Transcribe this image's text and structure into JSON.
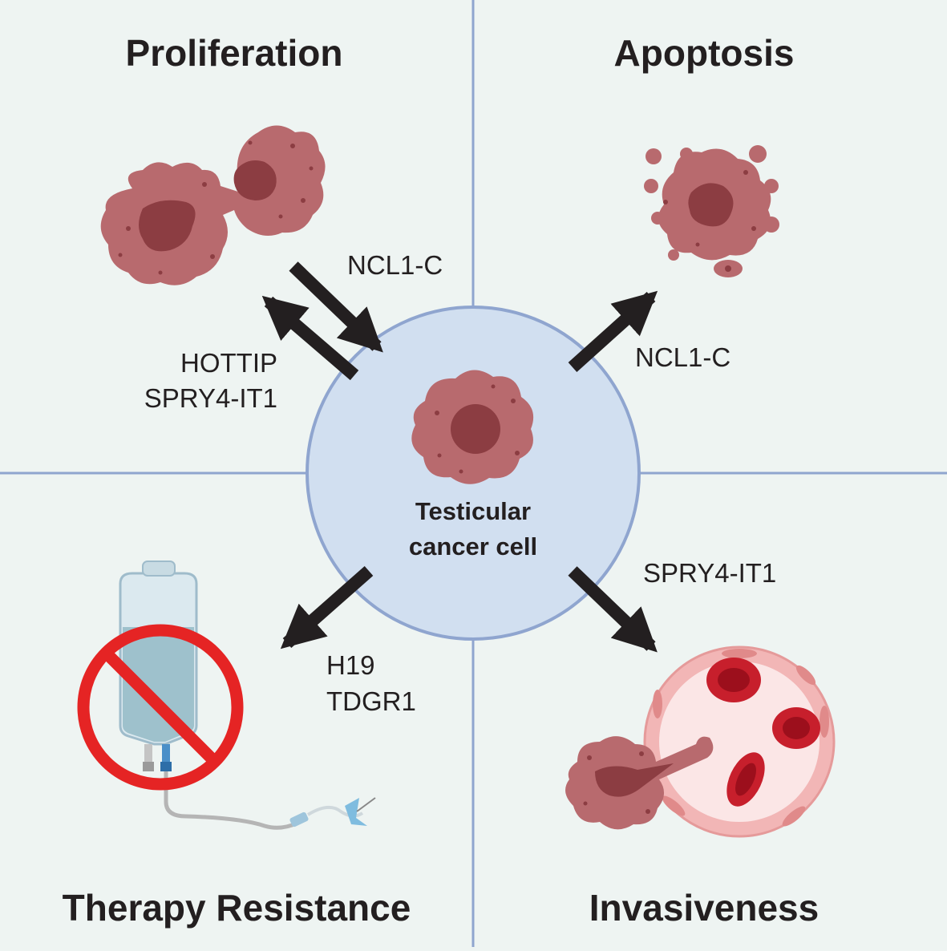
{
  "quadrants": {
    "proliferation": "Proliferation",
    "apoptosis": "Apoptosis",
    "therapy_resistance": "Therapy Resistance",
    "invasiveness": "Invasiveness"
  },
  "center": {
    "line1": "Testicular",
    "line2": "cancer cell"
  },
  "labels": {
    "proliferation_in": "NCL1-C",
    "proliferation_out_1": "HOTTIP",
    "proliferation_out_2": "SPRY4-IT1",
    "apoptosis": "NCL1-C",
    "invasiveness": "SPRY4-IT1",
    "resistance_1": "H19",
    "resistance_2": "TDGR1"
  },
  "colors": {
    "background": "#eef4f2",
    "divider": "#8fa5cf",
    "center_circle": "#d1dff0",
    "cell_body": "#b86a6e",
    "cell_nucleus": "#8c3d42",
    "arrow": "#231f20",
    "no_sign": "#e52424"
  }
}
